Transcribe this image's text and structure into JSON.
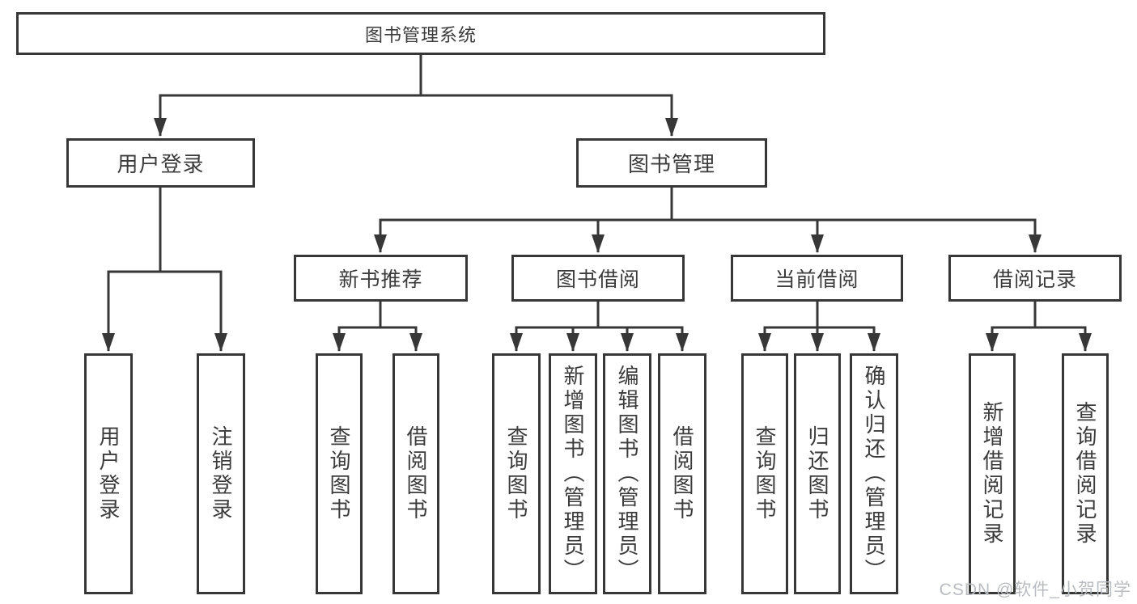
{
  "tree": {
    "root": {
      "label": "图书管理系统",
      "children": [
        {
          "label": "用户登录",
          "children": [
            {
              "label": "用户登录"
            },
            {
              "label": "注销登录"
            }
          ]
        },
        {
          "label": "图书管理",
          "children": [
            {
              "label": "新书推荐",
              "children": [
                {
                  "label": "查询图书"
                },
                {
                  "label": "借阅图书"
                }
              ]
            },
            {
              "label": "图书借阅",
              "children": [
                {
                  "label": "查询图书"
                },
                {
                  "label": "新增图书（管理员）"
                },
                {
                  "label": "编辑图书（管理员）"
                },
                {
                  "label": "借阅图书"
                }
              ]
            },
            {
              "label": "当前借阅",
              "children": [
                {
                  "label": "查询图书"
                },
                {
                  "label": "归还图书"
                },
                {
                  "label": "确认归还（管理员）"
                }
              ]
            },
            {
              "label": "借阅记录",
              "children": [
                {
                  "label": "新增借阅记录"
                },
                {
                  "label": "查询借阅记录"
                }
              ]
            }
          ]
        }
      ]
    }
  },
  "watermark": {
    "text": "CSDN @软件_小贺同学"
  },
  "colors": {
    "line": "#373737",
    "box_border": "#373737",
    "box_background": "#ffffff",
    "text": "#3b3b3b",
    "watermark": "#b9bdc2",
    "page_background": "#ffffff"
  }
}
